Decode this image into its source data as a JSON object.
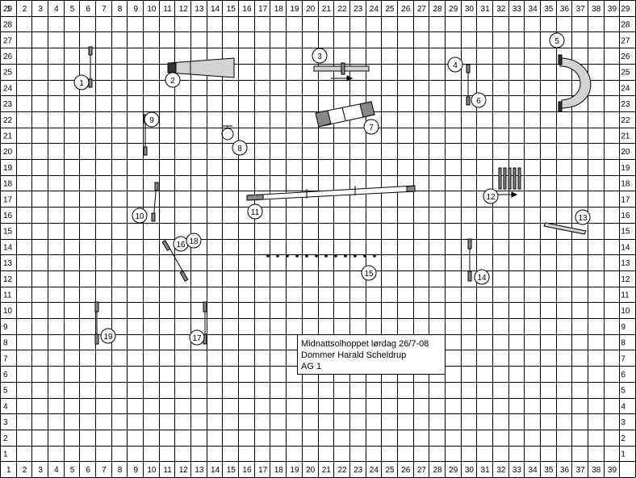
{
  "grid": {
    "columns": 39,
    "rows": 29,
    "x_labels": [
      "1",
      "2",
      "3",
      "4",
      "5",
      "6",
      "7",
      "8",
      "9",
      "10",
      "11",
      "12",
      "13",
      "14",
      "15",
      "16",
      "17",
      "18",
      "19",
      "20",
      "21",
      "22",
      "23",
      "24",
      "25",
      "26",
      "27",
      "28",
      "29",
      "30",
      "31",
      "32",
      "33",
      "34",
      "35",
      "36",
      "37",
      "38",
      "39"
    ],
    "y_labels": [
      "1",
      "2",
      "3",
      "4",
      "5",
      "6",
      "7",
      "8",
      "9",
      "10",
      "11",
      "12",
      "13",
      "14",
      "15",
      "16",
      "17",
      "18",
      "19",
      "20",
      "21",
      "22",
      "23",
      "24",
      "25",
      "26",
      "27",
      "28",
      "29"
    ]
  },
  "obstacles": [
    {
      "number": "1",
      "type": "jump"
    },
    {
      "number": "2",
      "type": "tunnel"
    },
    {
      "number": "3",
      "type": "seesaw"
    },
    {
      "number": "4",
      "type": "jump"
    },
    {
      "number": "5",
      "type": "tunnel"
    },
    {
      "number": "6",
      "type": "jump"
    },
    {
      "number": "7",
      "type": "tunnel"
    },
    {
      "number": "8",
      "type": "tire"
    },
    {
      "number": "9",
      "type": "jump"
    },
    {
      "number": "10",
      "type": "jump"
    },
    {
      "number": "11",
      "type": "dogwalk"
    },
    {
      "number": "12",
      "type": "weave"
    },
    {
      "number": "13",
      "type": "jump"
    },
    {
      "number": "14",
      "type": "jump"
    },
    {
      "number": "15",
      "type": "weave-poles"
    },
    {
      "number": "16",
      "type": "jump"
    },
    {
      "number": "17",
      "type": "jump"
    },
    {
      "number": "18",
      "type": "jump"
    },
    {
      "number": "19",
      "type": "jump"
    }
  ],
  "info": {
    "line1": "Midnattsolhoppet lørdag 26/7-08",
    "line2": "Dommer Harald Scheldrup",
    "line3": "AG 1"
  }
}
